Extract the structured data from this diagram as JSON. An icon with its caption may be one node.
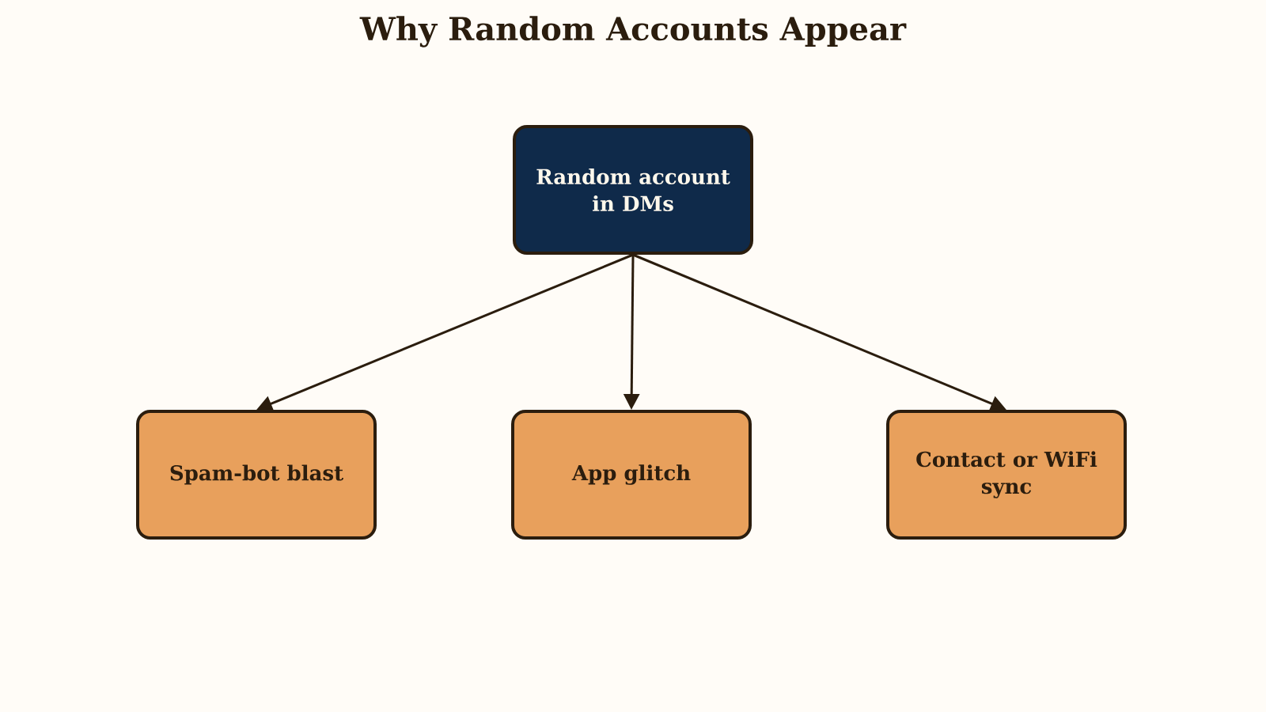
{
  "diagram": {
    "title": "Why Random Accounts Appear",
    "nodes": [
      {
        "text": [
          "Random account in DMs"
        ]
      },
      {
        "text": [
          "Spam-bot blast"
        ]
      },
      {
        "text": [
          "App glitch"
        ]
      },
      {
        "text": [
          "Contact or WiFi sync"
        ]
      }
    ],
    "edges": [
      {
        "from": 0,
        "to": 1,
        "arrow": "to"
      },
      {
        "from": 0,
        "to": 2,
        "arrow": "to"
      },
      {
        "from": 0,
        "to": 3,
        "arrow": "to"
      }
    ]
  }
}
